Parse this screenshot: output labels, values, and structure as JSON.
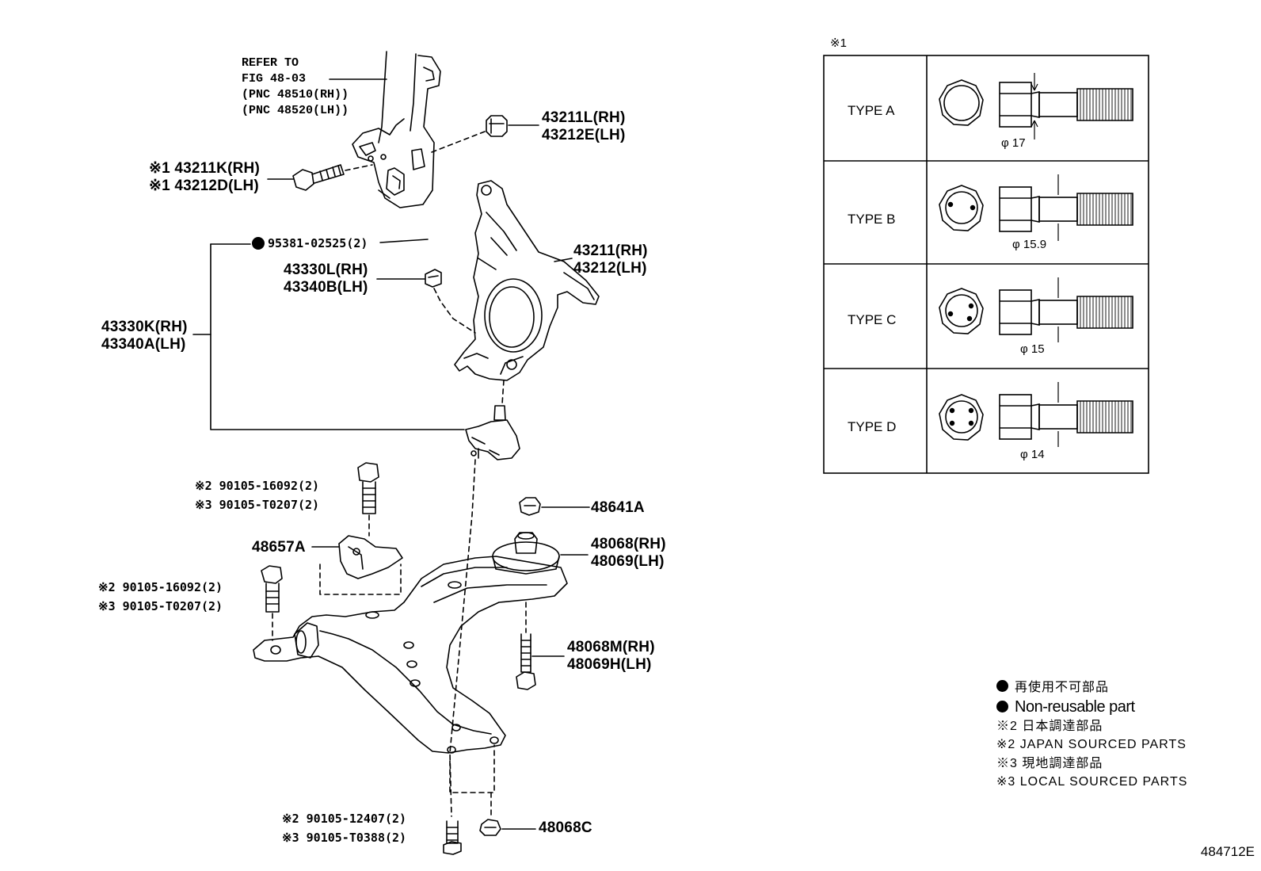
{
  "figure_id": "484712E",
  "reference": {
    "line1": "REFER TO",
    "line2": "FIG 48-03",
    "line3": "(PNC 48510(RH))",
    "line4": "(PNC 48520(LH))"
  },
  "parts": {
    "p43211L": "43211L(RH)",
    "p43212E": "43212E(LH)",
    "p43211K": "※1 43211K(RH)",
    "p43212D": "※1 43212D(LH)",
    "p95381": "95381-02525(2)",
    "p43330L": "43330L(RH)",
    "p43340B": "43340B(LH)",
    "p43211": "43211(RH)",
    "p43212": "43212(LH)",
    "p43330K": "43330K(RH)",
    "p43340A": "43340A(LH)",
    "p90105_16092_a": "※2 90105-16092(2)",
    "p90105_T0207_a": "※3 90105-T0207(2)",
    "p48641A": "48641A",
    "p48657A": "48657A",
    "p48068": "48068(RH)",
    "p48069": "48069(LH)",
    "p90105_16092_b": "※2 90105-16092(2)",
    "p90105_T0207_b": "※3 90105-T0207(2)",
    "p48068M": "48068M(RH)",
    "p48069H": "48069H(LH)",
    "p90105_12407": "※2 90105-12407(2)",
    "p90105_T0388": "※3 90105-T0388(2)",
    "p48068C": "48068C"
  },
  "bolt_table": {
    "note": "※1",
    "rows": [
      {
        "type": "TYPE A",
        "diameter": "φ 17"
      },
      {
        "type": "TYPE B",
        "diameter": "φ 15.9"
      },
      {
        "type": "TYPE C",
        "diameter": "φ 15"
      },
      {
        "type": "TYPE D",
        "diameter": "φ 14"
      }
    ]
  },
  "legend": {
    "line1": "再使用不可部品",
    "line2": "Non-reusable part",
    "line3": "※2 日本調達部品",
    "line4": "※2 JAPAN SOURCED PARTS",
    "line5": "※3 現地調達部品",
    "line6": "※3 LOCAL SOURCED PARTS"
  }
}
